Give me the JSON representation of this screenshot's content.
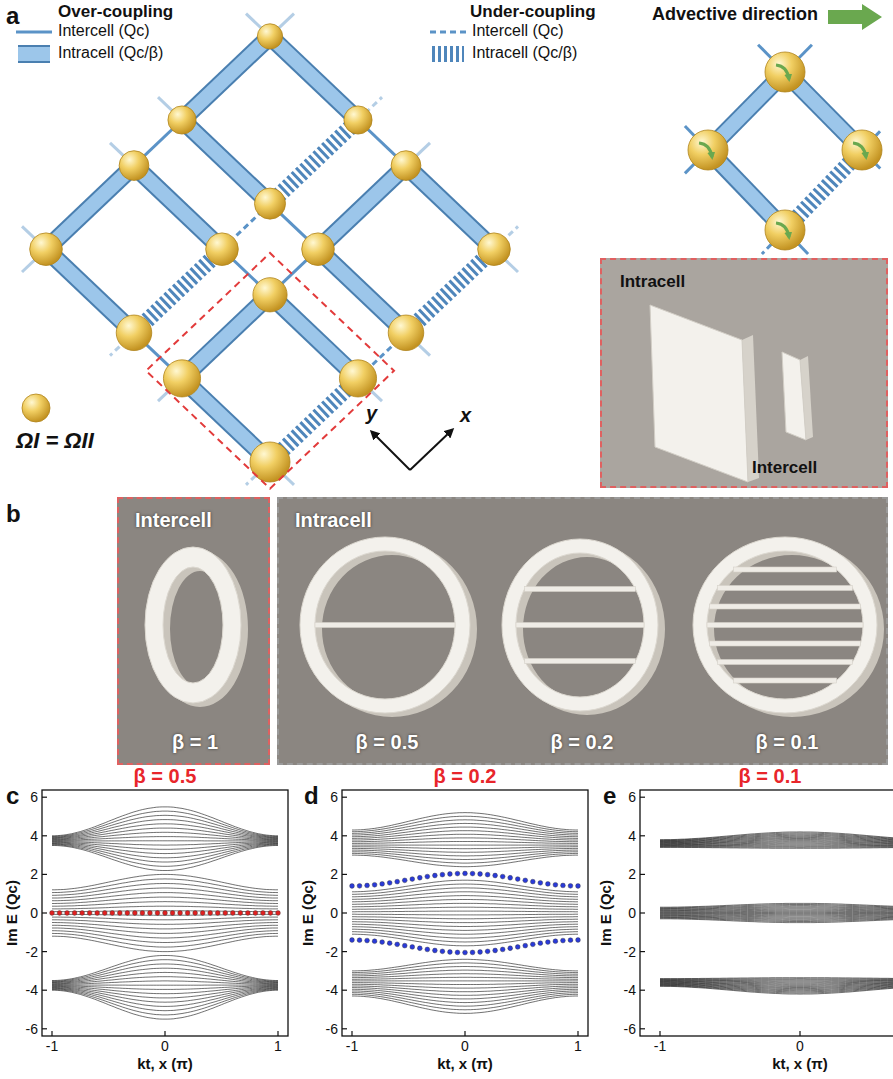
{
  "diagram": {
    "nodes": [
      {
        "text": [
          "Intracell",
          "Intercell"
        ]
      },
      {
        "text": [
          "Intercell",
          "β = 1"
        ]
      },
      {
        "text": [
          "Intracell",
          "β = 0.5",
          "β = 0.2",
          "β = 0.1"
        ]
      }
    ],
    "labels": [
      "a",
      "Over-coupling",
      "Under-coupling",
      "Advective direction",
      "ΩI = ΩII",
      "y",
      "x",
      "b",
      "c",
      "β = 0.5",
      "d",
      "β = 0.2",
      "e",
      "β = 0.1",
      "6",
      "4",
      "2",
      "0",
      "-2",
      "-4",
      "-6",
      "-1",
      "0",
      "1",
      "Im E (Qc)",
      "kt, x (π)",
      "6",
      "4",
      "2",
      "0",
      "-2",
      "-4",
      "-6",
      "-1",
      "0",
      "1",
      "Im E (Qc)",
      "kt, x (π)",
      "6",
      "4",
      "2",
      "0",
      "-2",
      "-4",
      "-6",
      "-1",
      "0",
      "Im E (Qc)",
      "kt, x (π)"
    ],
    "legend": [
      {
        "text": "Intercell (Qc)"
      },
      {
        "text": "Intracell (Qc/β)"
      },
      {
        "text": "Intercell (Qc)"
      },
      {
        "text": "Intracell (Qc/β)"
      }
    ]
  }
}
